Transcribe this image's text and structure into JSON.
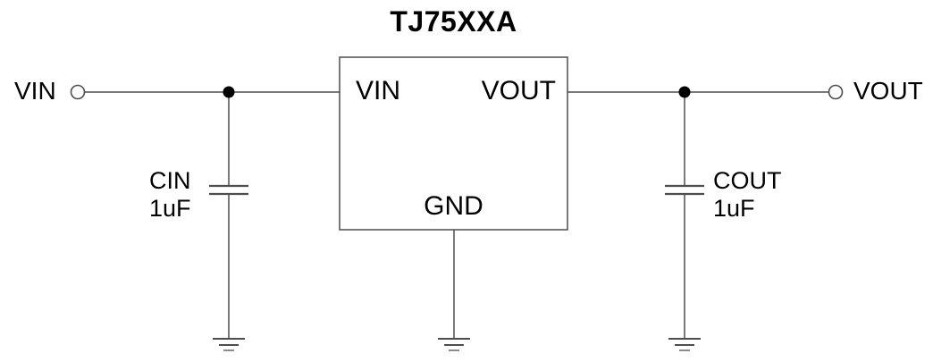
{
  "diagram": {
    "title": "TJ75XXA",
    "ic": {
      "pin_vin_label": "VIN",
      "pin_vout_label": "VOUT",
      "pin_gnd_label": "GND"
    },
    "terminals": {
      "input_label": "VIN",
      "output_label": "VOUT"
    },
    "components": {
      "cin": {
        "name": "CIN",
        "value": "1uF"
      },
      "cout": {
        "name": "COUT",
        "value": "1uF"
      }
    },
    "colors": {
      "background": "#ffffff",
      "wire": "#4d4d4d",
      "text": "#000000",
      "junction": "#000000"
    }
  }
}
